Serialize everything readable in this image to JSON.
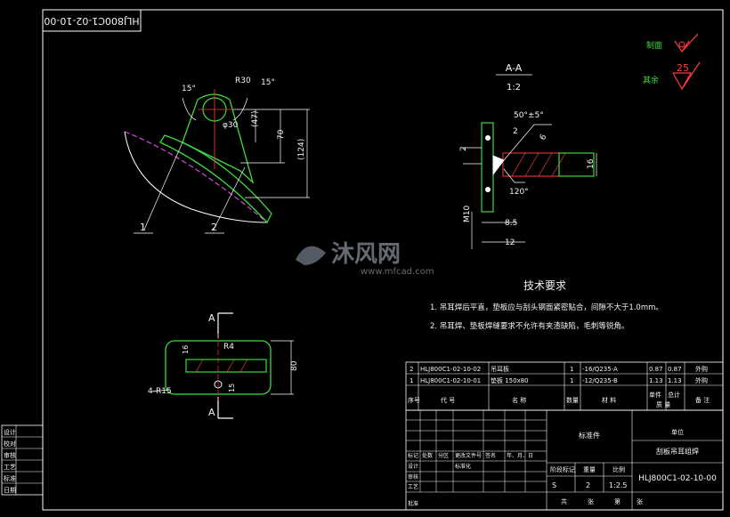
{
  "drawing_number": "HLJ800C1-02-10-00",
  "roughness": {
    "label1": "制面",
    "label2": "其余",
    "value": "25"
  },
  "section": {
    "title": "A-A",
    "scale": "1:2",
    "marker": "A"
  },
  "main_view": {
    "dims": [
      "15°",
      "R30",
      "15°",
      "φ30",
      "(47)",
      "70",
      "(124)"
    ],
    "balloons": [
      "1",
      "2"
    ]
  },
  "section_view": {
    "dims": [
      "50°±5°",
      "2",
      "2",
      "6",
      "16",
      "120°",
      "M10",
      "8.5",
      "12"
    ]
  },
  "plan_view": {
    "dims": [
      "16",
      "R4",
      "15",
      "4-R15",
      "80"
    ]
  },
  "watermark": {
    "brand": "沐风网",
    "url": "www.mfcad.com"
  },
  "tech": {
    "title": "技术要求",
    "items": [
      "1.  吊耳焊后平直，垫板应与刮头钢面紧密贴合，间隙不大于1.0mm。",
      "2.  吊耳焊、垫板焊缝要求不允许有夹渣缺陷，毛刺等锐角。"
    ]
  },
  "bom": {
    "rows": [
      [
        "2",
        "HLJ800C1-02-10-02",
        "吊耳板",
        "1",
        "-16/Q235-A",
        "0.87",
        "0.87",
        "外购"
      ],
      [
        "1",
        "HLJ800C1-02-10-01",
        "垫板 150x80",
        "1",
        "-12/Q235-B",
        "1.13",
        "1.13",
        "外购"
      ]
    ],
    "header": [
      "序号",
      "代 号",
      "名 称",
      "数量",
      "材 料",
      "单件",
      "总计",
      "备 注"
    ],
    "weight_label": "质 量"
  },
  "title_block": {
    "material_cell": "标准件",
    "part_name": "刮板吊耳组焊",
    "company": "单位",
    "code": "HLJ800C1-02-10-00",
    "small_labels": [
      "标记",
      "处数",
      "分区",
      "更改文件号",
      "签名",
      "年、月、日",
      "设计",
      "标准化",
      "审核",
      "工艺",
      "批准"
    ],
    "stage_header": [
      "阶段标记",
      "重量",
      "比例"
    ],
    "stage_values": [
      "S",
      "2",
      "1:2.5"
    ],
    "sheet_labels": [
      "共",
      "张",
      "第",
      "张"
    ]
  },
  "sign_block": {
    "labels": [
      "设计",
      "校对",
      "审核",
      "工艺",
      "标准",
      "日期"
    ]
  }
}
